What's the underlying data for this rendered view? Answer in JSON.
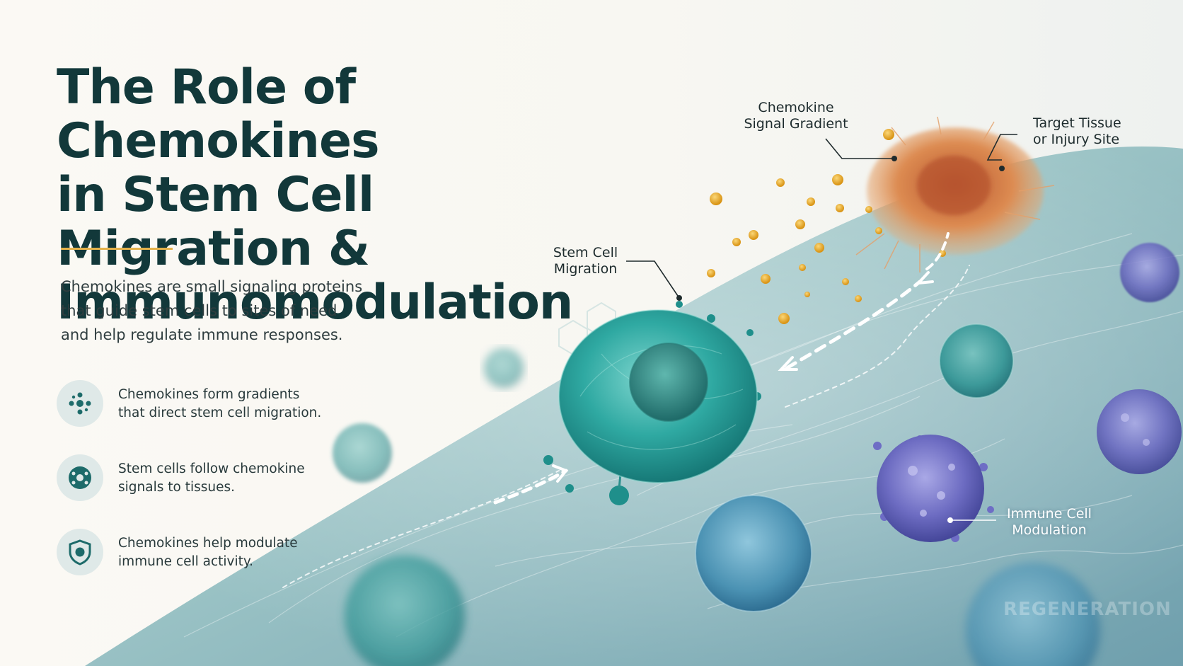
{
  "title_lines": [
    "The Role of Chemokines",
    "in Stem Cell Migration &",
    "Immunomodulation"
  ],
  "intro_lines": [
    "Chemokines are small signaling proteins",
    "that guide stem cells to sites of need",
    "and help regulate immune responses."
  ],
  "points": [
    {
      "icon": "gradient-dots-icon",
      "lines": [
        "Chemokines form gradients",
        "that direct stem cell migration."
      ]
    },
    {
      "icon": "cell-target-icon",
      "lines": [
        "Stem cells follow chemokine",
        "signals to tissues."
      ]
    },
    {
      "icon": "shield-icon",
      "lines": [
        "Chemokines help modulate",
        "immune cell activity."
      ]
    }
  ],
  "callouts": {
    "gradient": [
      "Chemokine",
      "Signal Gradient"
    ],
    "target": [
      "Target Tissue",
      "or Injury Site"
    ],
    "migration": [
      "Stem Cell",
      "Migration"
    ],
    "immune": [
      "Immune Cell",
      "Modulation"
    ]
  },
  "watermark": "REGENERATION",
  "colors": {
    "title": "#12383a",
    "accent": "#e5b24b",
    "tissue": "#8fb9bf",
    "stem_cell": "#1d9a96",
    "target_tissue": "#d8814a",
    "immune_cell": "#6f6fc4",
    "chemokine": "#e9a825"
  }
}
